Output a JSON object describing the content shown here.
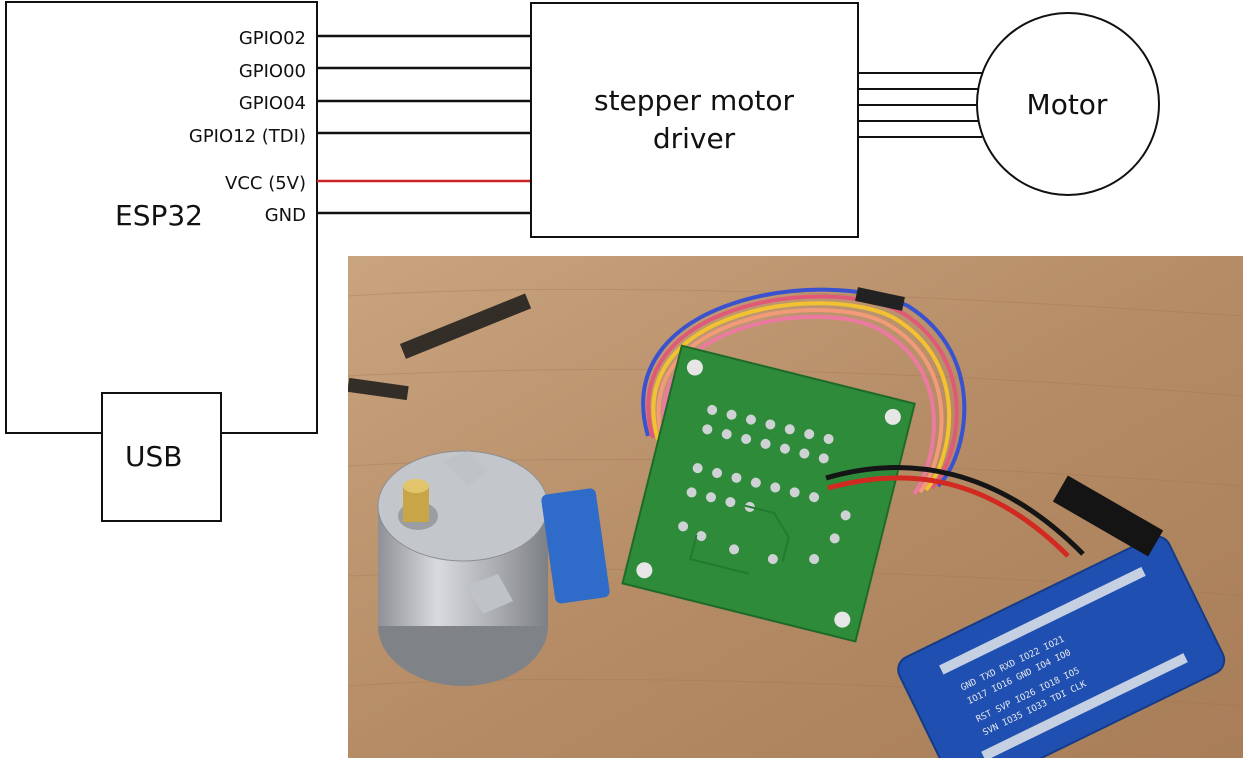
{
  "esp32": {
    "label": "ESP32",
    "pins": [
      "GPIO02",
      "GPIO00",
      "GPIO04",
      "GPIO12 (TDI)",
      "VCC (5V)",
      "GND"
    ]
  },
  "usb": {
    "label": "USB"
  },
  "driver": {
    "line1": "stepper motor",
    "line2": "driver"
  },
  "motor": {
    "label": "Motor"
  },
  "colors": {
    "vcc_wire": "#cc2222",
    "signal_wire": "#111111"
  },
  "photo": {
    "description_icon": "hardware-photo"
  }
}
